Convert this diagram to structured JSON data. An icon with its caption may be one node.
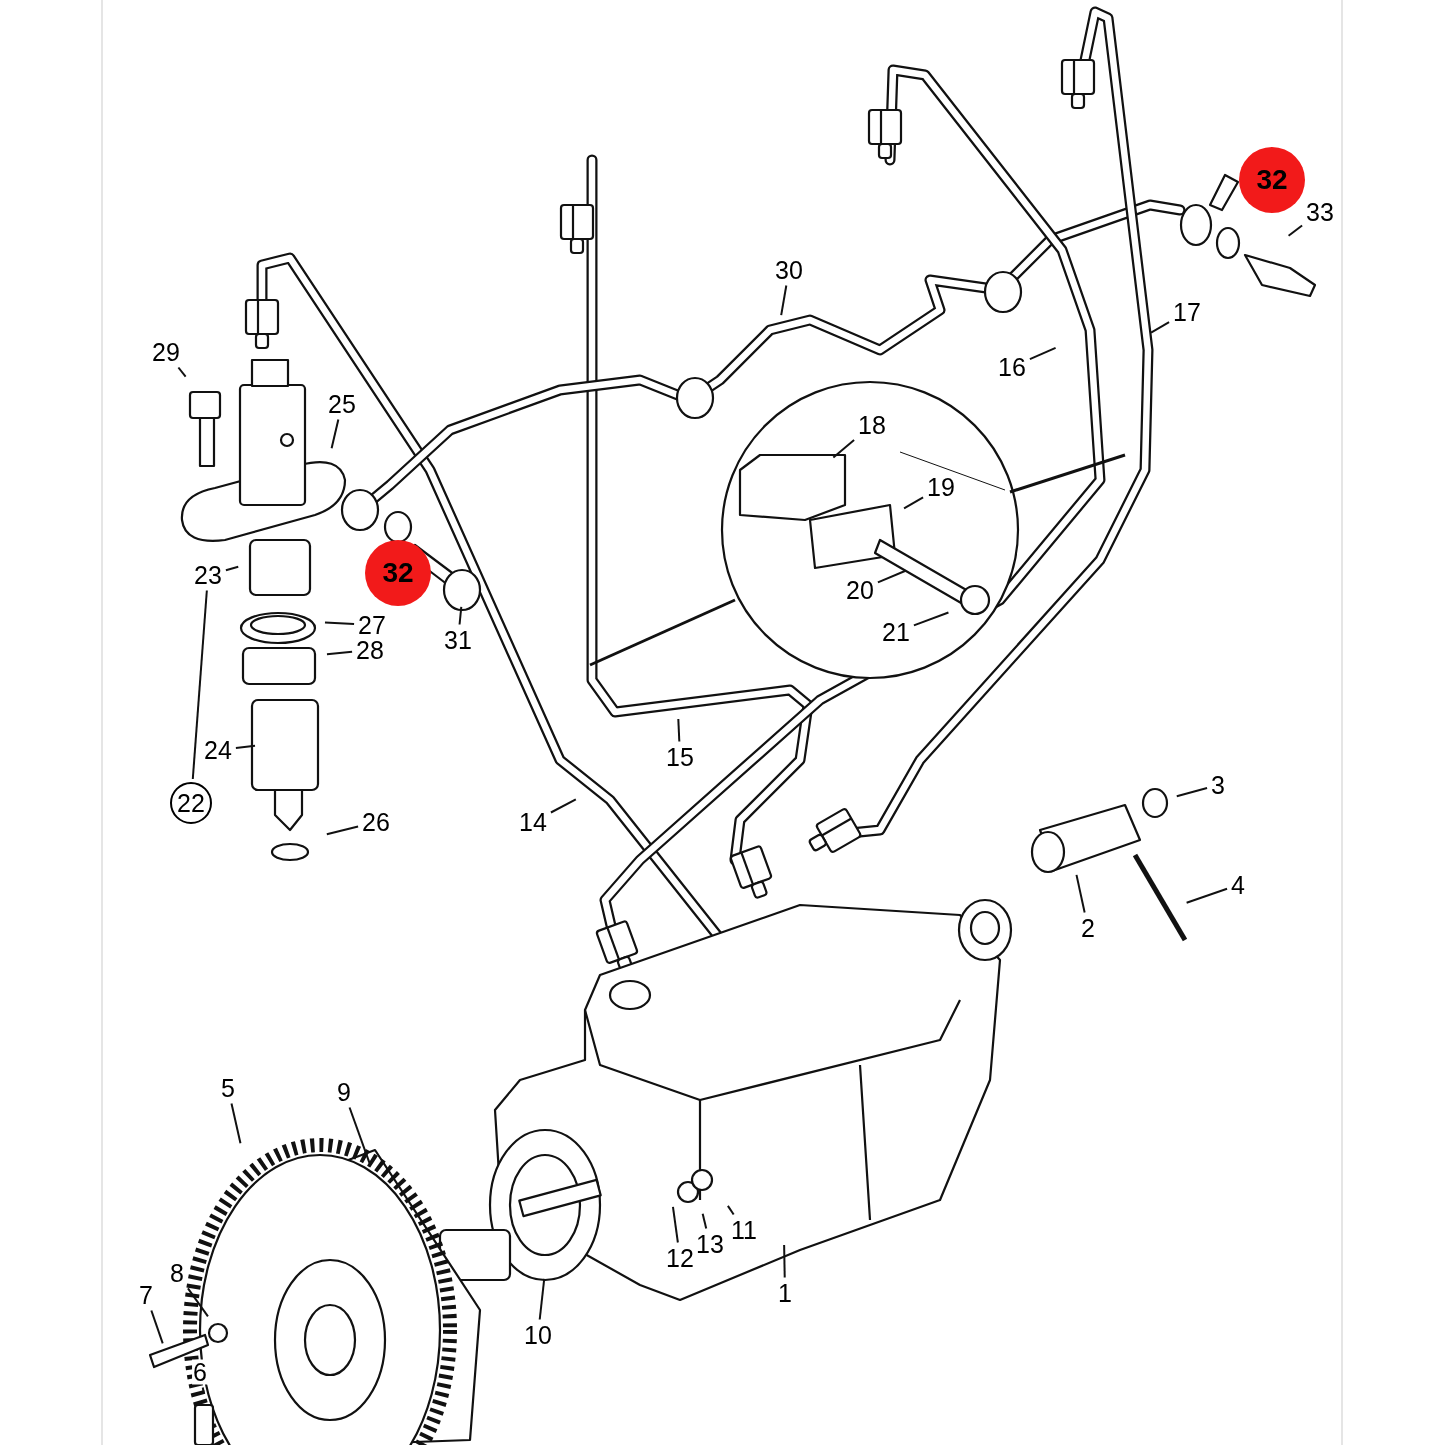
{
  "diagram": {
    "nodes": [
      {
        "text": [
          "33"
        ]
      },
      {
        "text": [
          "30"
        ]
      },
      {
        "text": [
          "17"
        ]
      },
      {
        "text": [
          "29"
        ]
      },
      {
        "text": [
          "16"
        ]
      },
      {
        "text": [
          "25"
        ]
      },
      {
        "text": [
          "18"
        ]
      },
      {
        "text": [
          "19"
        ]
      },
      {
        "text": [
          "23"
        ]
      },
      {
        "text": [
          "20"
        ]
      },
      {
        "text": [
          "27"
        ]
      },
      {
        "text": [
          "21"
        ]
      },
      {
        "text": [
          "31"
        ]
      },
      {
        "text": [
          "28"
        ]
      },
      {
        "text": [
          "24"
        ]
      },
      {
        "text": [
          "15"
        ]
      },
      {
        "text": [
          "3"
        ]
      },
      {
        "text": [
          "22"
        ]
      },
      {
        "text": [
          "26"
        ]
      },
      {
        "text": [
          "14"
        ]
      },
      {
        "text": [
          "4"
        ]
      },
      {
        "text": [
          "2"
        ]
      },
      {
        "text": [
          "5"
        ]
      },
      {
        "text": [
          "9"
        ]
      },
      {
        "text": [
          "11"
        ]
      },
      {
        "text": [
          "13"
        ]
      },
      {
        "text": [
          "12"
        ]
      },
      {
        "text": [
          "8"
        ]
      },
      {
        "text": [
          "1"
        ]
      },
      {
        "text": [
          "7"
        ]
      },
      {
        "text": [
          "10"
        ]
      },
      {
        "text": [
          "6"
        ]
      }
    ],
    "edges": [
      {
        "from": 0,
        "to": null,
        "arrow": "none"
      },
      {
        "from": 1,
        "to": null,
        "arrow": "none"
      },
      {
        "from": 2,
        "to": null,
        "arrow": "none"
      },
      {
        "from": 3,
        "to": null,
        "arrow": "none"
      },
      {
        "from": 4,
        "to": null,
        "arrow": "none"
      },
      {
        "from": 5,
        "to": null,
        "arrow": "none"
      },
      {
        "from": 6,
        "to": null,
        "arrow": "none"
      },
      {
        "from": 7,
        "to": null,
        "arrow": "none"
      },
      {
        "from": 8,
        "to": null,
        "arrow": "none"
      },
      {
        "from": 9,
        "to": null,
        "arrow": "none"
      },
      {
        "from": 10,
        "to": null,
        "arrow": "none"
      },
      {
        "from": 11,
        "to": null,
        "arrow": "none"
      },
      {
        "from": 12,
        "to": null,
        "arrow": "none"
      },
      {
        "from": 13,
        "to": null,
        "arrow": "none"
      },
      {
        "from": 14,
        "to": null,
        "arrow": "none"
      },
      {
        "from": 15,
        "to": null,
        "arrow": "none"
      },
      {
        "from": 16,
        "to": null,
        "arrow": "none"
      },
      {
        "from": 17,
        "to": 8,
        "arrow": "none"
      },
      {
        "from": 18,
        "to": null,
        "arrow": "none"
      },
      {
        "from": 19,
        "to": null,
        "arrow": "none"
      },
      {
        "from": 20,
        "to": null,
        "arrow": "none"
      },
      {
        "from": 21,
        "to": null,
        "arrow": "none"
      },
      {
        "from": 22,
        "to": null,
        "arrow": "none"
      },
      {
        "from": 23,
        "to": null,
        "arrow": "none"
      },
      {
        "from": 24,
        "to": null,
        "arrow": "none"
      },
      {
        "from": 25,
        "to": null,
        "arrow": "none"
      },
      {
        "from": 26,
        "to": null,
        "arrow": "none"
      },
      {
        "from": 27,
        "to": null,
        "arrow": "none"
      },
      {
        "from": 28,
        "to": null,
        "arrow": "none"
      },
      {
        "from": 29,
        "to": null,
        "arrow": "none"
      },
      {
        "from": 30,
        "to": null,
        "arrow": "none"
      },
      {
        "from": 31,
        "to": null,
        "arrow": "none"
      }
    ],
    "labels": [
      "32",
      "32"
    ]
  }
}
